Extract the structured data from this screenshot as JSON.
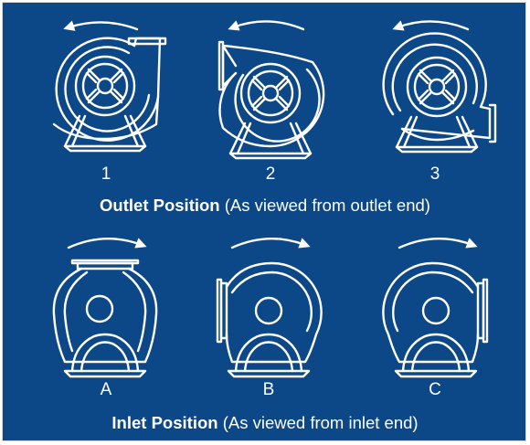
{
  "outlet": {
    "labels": [
      "1",
      "2",
      "3"
    ],
    "caption_bold": "Outlet Position",
    "caption_rest": " (As viewed from outlet end)"
  },
  "inlet": {
    "labels": [
      "A",
      "B",
      "C"
    ],
    "caption_bold": "Inlet Position",
    "caption_rest": " (As viewed from inlet end)"
  },
  "colors": {
    "background": "#0c4787",
    "line": "#ffffff"
  }
}
